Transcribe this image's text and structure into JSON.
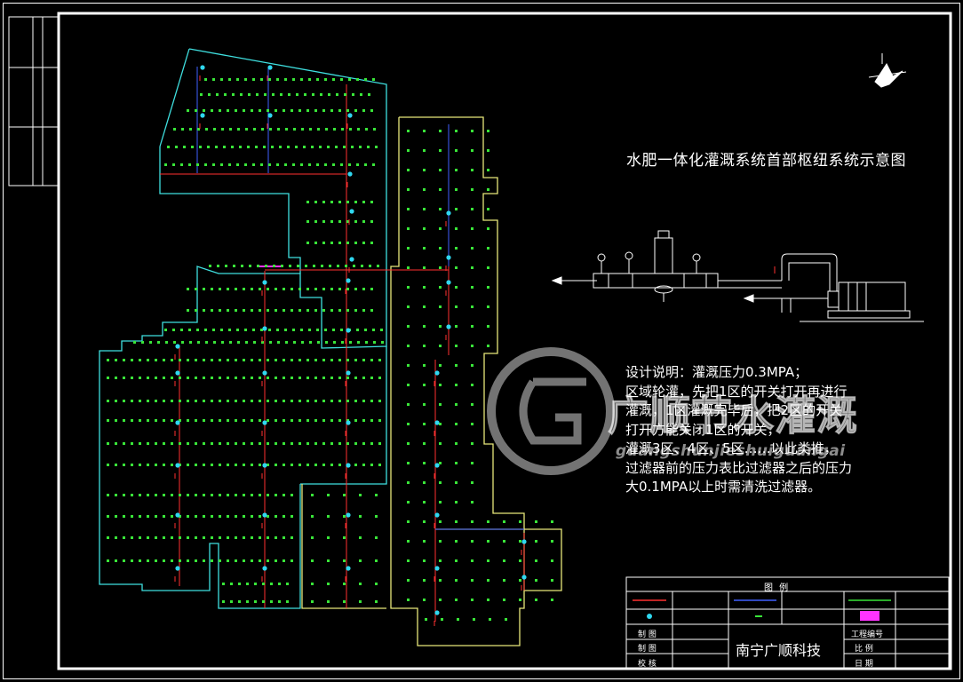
{
  "title": "水肥一体化灌溉系统首部枢纽系统示意图",
  "design_notes": {
    "lines": [
      "设计说明：灌溉压力0.3MPA；",
      "区域轮灌，先把1区的开关打开再进行",
      "灌溉，1区灌溉完毕后，把2区的开关",
      "打开方能关闭1区的开关，",
      "灌溉3区、4区、5区……以此类推，",
      "过滤器前的压力表比过滤器之后的压力",
      "大0.1MPA以上时需清洗过滤器。"
    ]
  },
  "watermark": {
    "brand": "广顺节水灌溉",
    "pinyin": "guangshunjieshuiguangai"
  },
  "legend": {
    "title": "图 例"
  },
  "title_block": {
    "company": "南宁广顺科技",
    "rows_left": [
      "制 图",
      "制 图",
      "校 核"
    ],
    "rows_right": [
      "工程编号",
      "比 例",
      "日 期"
    ]
  },
  "colors": {
    "frame": "#ffffff",
    "boundary_cyan": "#3fe0e0",
    "boundary_yellow": "#e8e87a",
    "emitter_green": "#39e639",
    "main_red": "#ff3030",
    "branch_blue": "#4060ff",
    "valve_cyan": "#2fd8f0",
    "accent_magenta": "#ff33ff"
  }
}
